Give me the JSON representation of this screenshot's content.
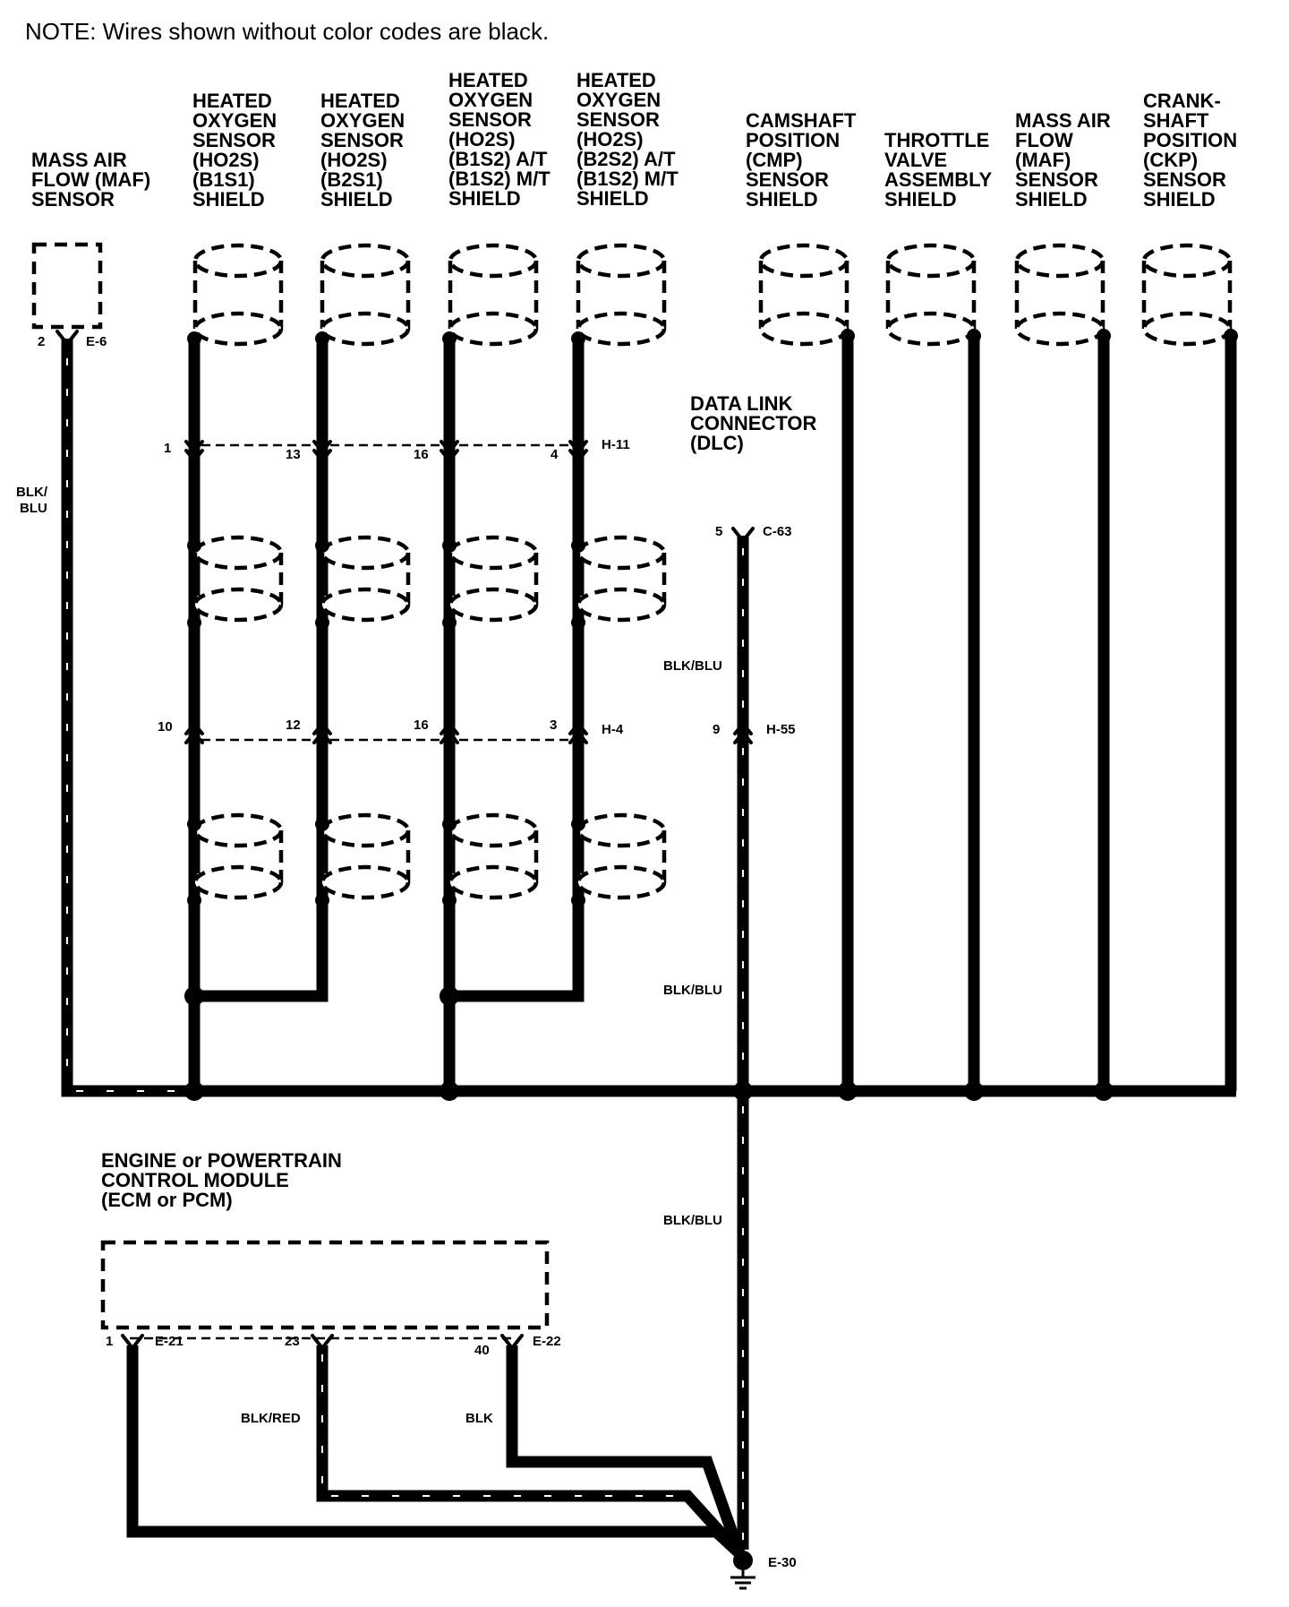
{
  "note": "NOTE: Wires shown without color codes are black.",
  "components": {
    "maf_sensor": [
      "MASS AIR",
      "FLOW (MAF)",
      "SENSOR"
    ],
    "ho2s_b1s1": [
      "HEATED",
      "OXYGEN",
      "SENSOR",
      "(HO2S)",
      "(B1S1)",
      "SHIELD"
    ],
    "ho2s_b2s1": [
      "HEATED",
      "OXYGEN",
      "SENSOR",
      "(HO2S)",
      "(B2S1)",
      "SHIELD"
    ],
    "ho2s_b1s2": [
      "HEATED",
      "OXYGEN",
      "SENSOR",
      "(HO2S)",
      "(B1S2) A/T",
      "(B1S2) M/T",
      "SHIELD"
    ],
    "ho2s_b2s2": [
      "HEATED",
      "OXYGEN",
      "SENSOR",
      "(HO2S)",
      "(B2S2) A/T",
      "(B1S2) M/T",
      "SHIELD"
    ],
    "cmp_shield": [
      "CAMSHAFT",
      "POSITION",
      "(CMP)",
      "SENSOR",
      "SHIELD"
    ],
    "throttle_shield": [
      "THROTTLE",
      "VALVE",
      "ASSEMBLY",
      "SHIELD"
    ],
    "maf_shield": [
      "MASS AIR",
      "FLOW",
      "(MAF)",
      "SENSOR",
      "SHIELD"
    ],
    "ckp_shield": [
      "CRANK-",
      "SHAFT",
      "POSITION",
      "(CKP)",
      "SENSOR",
      "SHIELD"
    ],
    "dlc": [
      "DATA LINK",
      "CONNECTOR",
      "(DLC)"
    ],
    "ecm": [
      "ENGINE or POWERTRAIN",
      "CONTROL MODULE",
      "(ECM or PCM)"
    ]
  },
  "connectors": {
    "e6": {
      "pin": "2",
      "id": "E-6"
    },
    "h11": {
      "pins": [
        "1",
        "13",
        "16",
        "4"
      ],
      "id": "H-11"
    },
    "c63": {
      "pin": "5",
      "id": "C-63"
    },
    "h4": {
      "pins": [
        "10",
        "12",
        "16",
        "3"
      ],
      "id": "H-4"
    },
    "h55": {
      "pin": "9",
      "id": "H-55"
    },
    "e21": {
      "pin": "1",
      "id": "E-21"
    },
    "e22": {
      "pins": [
        "23",
        "40"
      ],
      "id": "E-22"
    },
    "e30": {
      "id": "E-30"
    }
  },
  "wire_colors": {
    "maf_wire": [
      "BLK/",
      "BLU"
    ],
    "dlc_upper": "BLK/BLU",
    "dlc_lower": "BLK/BLU",
    "ground_main": "BLK/BLU",
    "ecm_pin23": "BLK/RED",
    "ecm_pin40": "BLK"
  }
}
